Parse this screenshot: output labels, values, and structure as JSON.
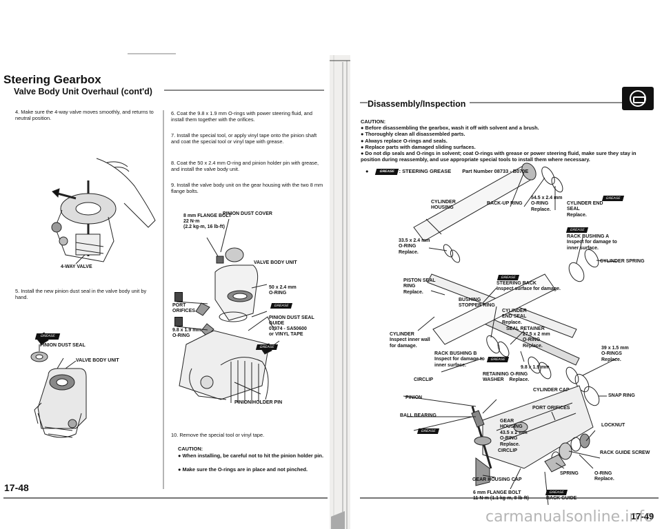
{
  "left": {
    "title": "Steering Gearbox",
    "subtitle": "Valve Body Unit Overhaul (cont'd)",
    "step4": "4.  Make sure the 4-way valve moves smoothly, and returns to neutral position.",
    "step5": "5.  Install the new pinion dust seal in the valve body unit by hand.",
    "label_4way": "4-WAY VALVE",
    "label_pinion_dust_seal": "PINION DUST SEAL",
    "label_valve_body_unit": "VALVE BODY UNIT",
    "step6": "6.  Coat the 9.8 x 1.9 mm O-rings with power steering fluid, and install them together with the orifices.",
    "step7": "7.  Install the special tool, or apply vinyl tape onto the pinion shaft and coat the special tool or vinyl tape with grease.",
    "step8": "8.  Coat the 50 x 2.4 mm O-ring and pinion holder pin with grease, and install the valve body unit.",
    "step9": "9.  Install the valve body unit on the gear housing with the two 8 mm flange bolts.",
    "fig": {
      "flange_bolt": "8 mm FLANGE BOLT",
      "torque1": "22 N·m",
      "torque2": "(2.2 kg-m, 16 lb-ft)",
      "pinion_dust_cover": "PINION DUST COVER",
      "valve_body_unit": "VALVE BODY UNIT",
      "oring50": "50 x 2.4 mm",
      "oring50b": "O-RING",
      "port": "PORT",
      "orifices": "ORIFICES",
      "oring98": "9.8 x 1.9 mm",
      "oring98b": "O-RING",
      "pds": "PINION DUST SEAL",
      "guide": "GUIDE",
      "part": "07974 - SA50600",
      "vinyl": "or VINYL TAPE",
      "holder_pin": "PINION HOLDER PIN"
    },
    "step10": "10.  Remove the special tool or vinyl tape.",
    "caution_title": "CAUTION:",
    "caution1": "When installing, be careful not to hit the pinion holder pin.",
    "caution2": "Make sure the O-rings are in place and not pinched.",
    "page_num": "17-48",
    "grease_tag": "GREASE"
  },
  "right": {
    "title": "Disassembly/Inspection",
    "caution_title": "CAUTION:",
    "cautions": [
      "Before disassembling the gearbox, wash it off with solvent and a brush.",
      "Thoroughly clean all disassembled parts.",
      "Always replace O-rings and seals.",
      "Replace parts with damaged sliding surfaces.",
      "Do not dip seals and O-rings in solvent; coat O-rings with grease or power steering fluid, make sure they stay in position during reassembly, and use appropriate special tools to install them where necessary."
    ],
    "grease_note": ": STEERING GREASE",
    "part_number": "Part Number 08733 - B070E",
    "labels": {
      "cyl_housing": "CYLINDER\nHOUSING",
      "backup_ring": "BACK-UP RING",
      "oring545": "54.5 x 2.4 mm\nO-RING\nReplace.",
      "cyl_end_seal": "CYLINDER END\nSEAL\nReplace.",
      "oring335": "33.5 x 2.4 mm\nO-RING\nReplace.",
      "rack_bushing_a": "RACK BUSHING A\nInspect for damage to\ninner surface.",
      "cyl_spring": "CYLINDER SPRING",
      "piston_seal": "PISTON SEAL\nRING\nReplace.",
      "steering_rack": "STEERING RACK\nInspect surface for damage.",
      "bushing_stopper": "BUSHING\nSTOPPER RING",
      "cyl_end_seal2": "CYLINDER\nEND SEAL\nReplace.",
      "seal_retainer": "SEAL RETAINER",
      "cylinder": "CYLINDER\nInspect inner wall\nfor damage.",
      "oring275": "27.5 x 2 mm\nO-RING\nReplace.",
      "oring39": "39 x 1.5 mm\nO-RINGS\nReplace.",
      "rack_bushing_b": "RACK BUSHING B\nInspect for damage to\ninner surface.",
      "oring98": "9.8 x 1.9 mm",
      "retaining_washer": "RETAINING O-RING\nWASHER    Replace.",
      "circlip": "CIRCLIP",
      "snap_ring": "SNAP RING",
      "pinion": "PINION",
      "cyl_cap": "CYLINDER CAP",
      "ball_bearing": "BALL BEARING",
      "port_orifices": "PORT ORIFICES",
      "gear_housing": "GEAR\nHOUSING",
      "oring435": "43.5 x 2 mm\nO-RING\nReplace.",
      "circlip2": "CIRCLIP",
      "locknut": "LOCKNUT",
      "rack_guide_screw": "RACK GUIDE SCREW",
      "gear_housing_cap": "GEAR HOUSING CAP",
      "spring": "SPRING",
      "oring_rep": "O-RING\nReplace.",
      "flange_bolt": "6 mm FLANGE BOLT\n11 N·m (1.1 kg-m, 8 lb-ft)",
      "rack_guide": "RACK GUIDE"
    },
    "page_num": "17-49",
    "watermark": "carmanualsonline.info"
  }
}
